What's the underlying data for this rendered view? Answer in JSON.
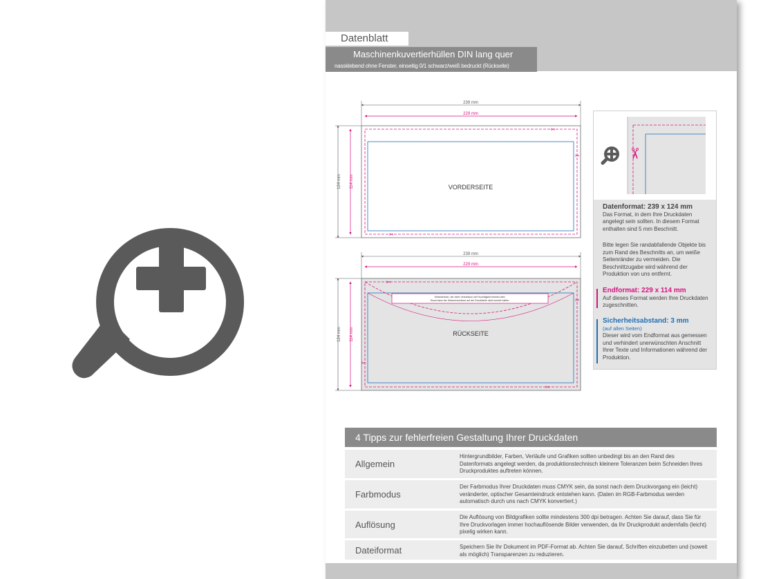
{
  "zoom_icon": {
    "name": "zoom-in-icon",
    "color": "#5a5a5a"
  },
  "sheet": {
    "tab_label": "Datenblatt",
    "title": "Maschinenkuvertierhüllen DIN lang quer",
    "subtitle": "nassklebend ohne Fenster, einseitig 0/1 schwarz/weiß bedruckt (Rückseite)"
  },
  "diagram": {
    "front": {
      "w_outer": "239 mm",
      "w_inner": "229 mm",
      "h_outer": "124 mm",
      "h_inner": "114 mm",
      "label": "VORDERSEITE"
    },
    "back": {
      "w_outer": "239 mm",
      "w_inner": "229 mm",
      "h_outer": "124 mm",
      "h_inner": "114 mm",
      "label": "RÜCKSEITE",
      "flap_note_1": "Klebebereich, der beim Verschluss mit Feuchtigkeit benetzt wird.",
      "flap_note_2": "Sonst kann der Klebeverschluss auf der Druckfarbe nicht korrekt haften."
    }
  },
  "info": {
    "datenformat": {
      "title": "Datenformat: 239 x 124 mm",
      "text": "Das Format, in dem Ihre Druckdaten angelegt sein sollten. In diesem Format enthalten sind 5 mm Beschnitt."
    },
    "hinweis": "Bitte legen Sie randabfallende Objekte bis zum Rand des Beschnitts an, um weiße Seitenränder zu vermeiden. Die Beschnittzugabe wird während der Produktion von uns entfernt.",
    "endformat": {
      "title": "Endformat: 229 x 114 mm",
      "text": "Auf dieses Format werden Ihre Druckdaten zugeschnitten."
    },
    "sicherheit": {
      "title": "Sicherheitsabstand: 3 mm",
      "sub": "(auf allen Seiten)",
      "text": "Dieser wird vom Endformat aus gemessen und verhindert unerwünschten Anschnitt Ihrer Texte und Informationen während der Produktion."
    }
  },
  "tips": {
    "heading": "4 Tipps zur fehlerfreien Gestaltung Ihrer Druckdaten",
    "rows": [
      {
        "label": "Allgemein",
        "text": "Hintergrundbilder, Farben, Verläufe und Grafiken sollten unbedingt bis an den Rand des Datenformats angelegt werden, da produktionstechnisch kleinere Toleranzen beim Schneiden Ihres Druckproduktes auftreten können."
      },
      {
        "label": "Farbmodus",
        "text": "Der Farbmodus Ihrer Druckdaten muss CMYK sein, da sonst nach dem Druckvorgang ein (leicht) veränderter, optischer Gesamteindruck entstehen kann. (Daten im RGB-Farbmodus werden automatisch durch uns nach CMYK konvertiert.)"
      },
      {
        "label": "Auflösung",
        "text": "Die Auflösung von Bildgrafiken sollte mindestens 300 dpi betragen. Achten Sie darauf, dass Sie für Ihre Druckvorlagen immer hochauflösende Bilder verwenden, da Ihr Druckprodukt andernfalls (leicht) pixelig wirken kann."
      },
      {
        "label": "Dateiformat",
        "text": "Speichern Sie Ihr Dokument im PDF-Format ab. Achten Sie darauf, Schriften einzubetten und (soweit als möglich) Transparenzen zu reduzieren."
      }
    ]
  },
  "colors": {
    "magenta": "#d6137f",
    "blue": "#1f6fb5",
    "gray_band": "#c6c6c6",
    "dark_band": "#8a8a8a"
  }
}
